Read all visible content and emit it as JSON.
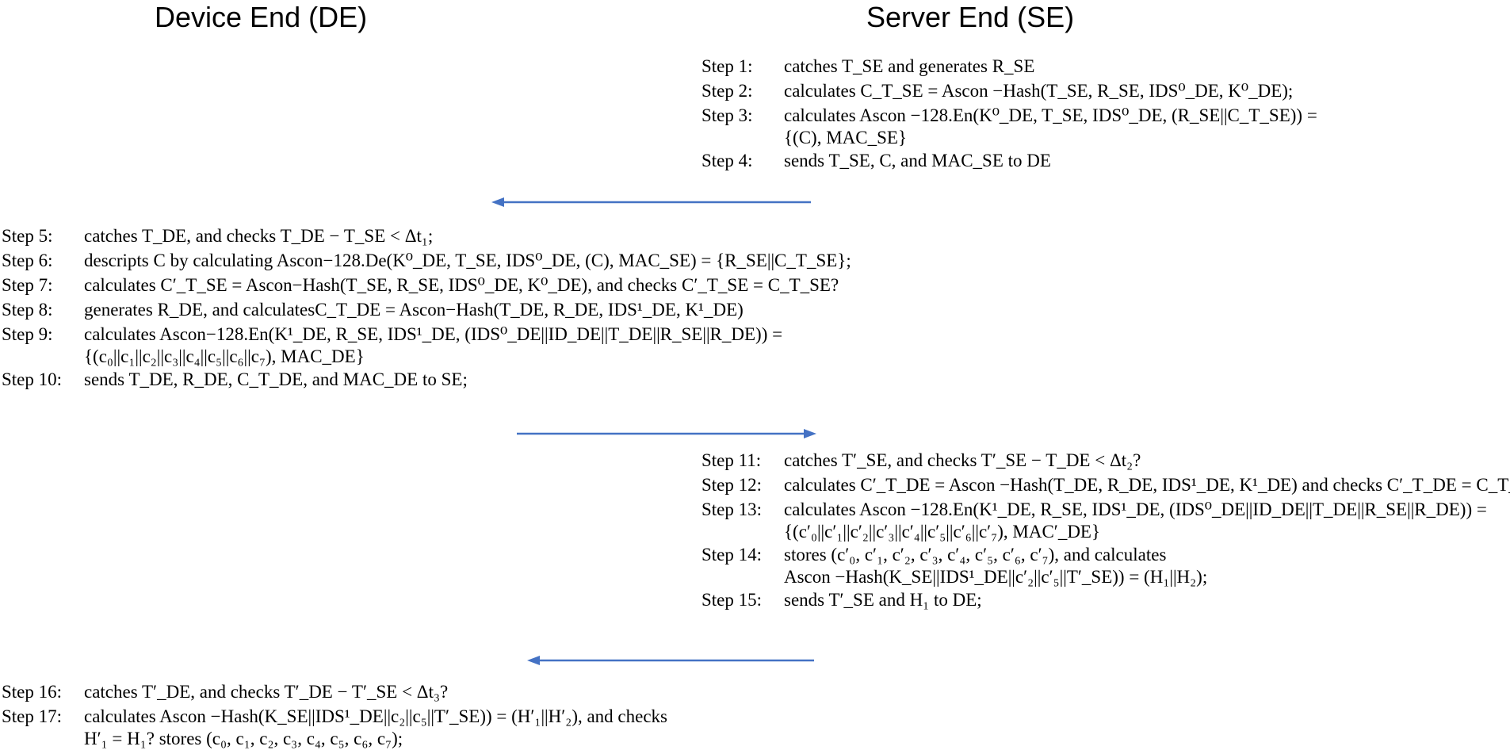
{
  "headers": {
    "device": "Device End (DE)",
    "server": "Server End (SE)"
  },
  "server_steps_1": [
    {
      "label": "Step 1:",
      "lines": [
        "catches T_SE and generates R_SE"
      ]
    },
    {
      "label": "Step 2:",
      "lines": [
        "calculates C_T_SE = Ascon −Hash(T_SE, R_SE, IDS⁰_DE, K⁰_DE);"
      ]
    },
    {
      "label": "Step 3:",
      "lines": [
        "calculates Ascon −128.En(K⁰_DE, T_SE, IDS⁰_DE, (R_SE||C_T_SE)) =",
        "{(C), MAC_SE}"
      ]
    },
    {
      "label": "Step 4:",
      "lines": [
        "sends T_SE, C, and MAC_SE to DE"
      ]
    }
  ],
  "device_steps_1": [
    {
      "label": "Step 5:",
      "lines": [
        "catches T_DE, and checks T_DE − T_SE < Δt₁;"
      ]
    },
    {
      "label": "Step 6:",
      "lines": [
        "descripts C by calculating Ascon−128.De(K⁰_DE, T_SE, IDS⁰_DE, (C), MAC_SE) = {R_SE||C_T_SE};"
      ]
    },
    {
      "label": "Step 7:",
      "lines": [
        "calculates C′_T_SE = Ascon−Hash(T_SE, R_SE, IDS⁰_DE, K⁰_DE), and checks  C′_T_SE = C_T_SE?"
      ]
    },
    {
      "label": "Step 8:",
      "lines": [
        "generates R_DE, and calculatesC_T_DE = Ascon−Hash(T_DE, R_DE, IDS¹_DE, K¹_DE)"
      ]
    },
    {
      "label": "Step 9:",
      "lines": [
        "calculates  Ascon−128.En(K¹_DE, R_SE, IDS¹_DE, (IDS⁰_DE||ID_DE||T_DE||R_SE||R_DE)) =",
        "{(c₀||c₁||c₂||c₃||c₄||c₅||c₆||c₇), MAC_DE}"
      ]
    },
    {
      "label": "Step 10:",
      "lines": [
        "sends T_DE, R_DE, C_T_DE, and MAC_DE to SE;"
      ]
    }
  ],
  "server_steps_2": [
    {
      "label": "Step 11:",
      "lines": [
        "catches T′_SE, and checks T′_SE − T_DE < Δt₂?"
      ]
    },
    {
      "label": "Step 12:",
      "lines": [
        "calculates C′_T_DE = Ascon −Hash(T_DE, R_DE, IDS¹_DE, K¹_DE) and checks C′_T_DE = C_T_DE ?"
      ]
    },
    {
      "label": "Step 13:",
      "lines": [
        "calculates Ascon −128.En(K¹_DE, R_SE, IDS¹_DE, (IDS⁰_DE||ID_DE||T_DE||R_SE||R_DE)) =",
        "{(c′₀||c′₁||c′₂||c′₃||c′₄||c′₅||c′₆||c′₇), MAC′_DE}"
      ]
    },
    {
      "label": "Step 14:",
      "lines": [
        "stores (c′₀, c′₁, c′₂, c′₃, c′₄, c′₅, c′₆, c′₇), and calculates",
        "Ascon −Hash(K_SE||IDS¹_DE||c′₂||c′₅||T′_SE)) = (H₁||H₂);"
      ]
    },
    {
      "label": "Step 15:",
      "lines": [
        "sends T′_SE and H₁ to DE;"
      ]
    }
  ],
  "device_steps_2": [
    {
      "label": "Step 16:",
      "lines": [
        "catches T′_DE, and checks T′_DE − T′_SE < Δt₃?"
      ]
    },
    {
      "label": "Step 17:",
      "lines": [
        "calculates Ascon −Hash(K_SE||IDS¹_DE||c₂||c₅||T′_SE)) = (H′₁||H′₂), and checks",
        "H′₁ = H₁? stores (c₀, c₁, c₂, c₃, c₄, c₅, c₆, c₇);"
      ]
    }
  ],
  "colors": {
    "arrow": "#4472C4",
    "text": "#000000"
  }
}
